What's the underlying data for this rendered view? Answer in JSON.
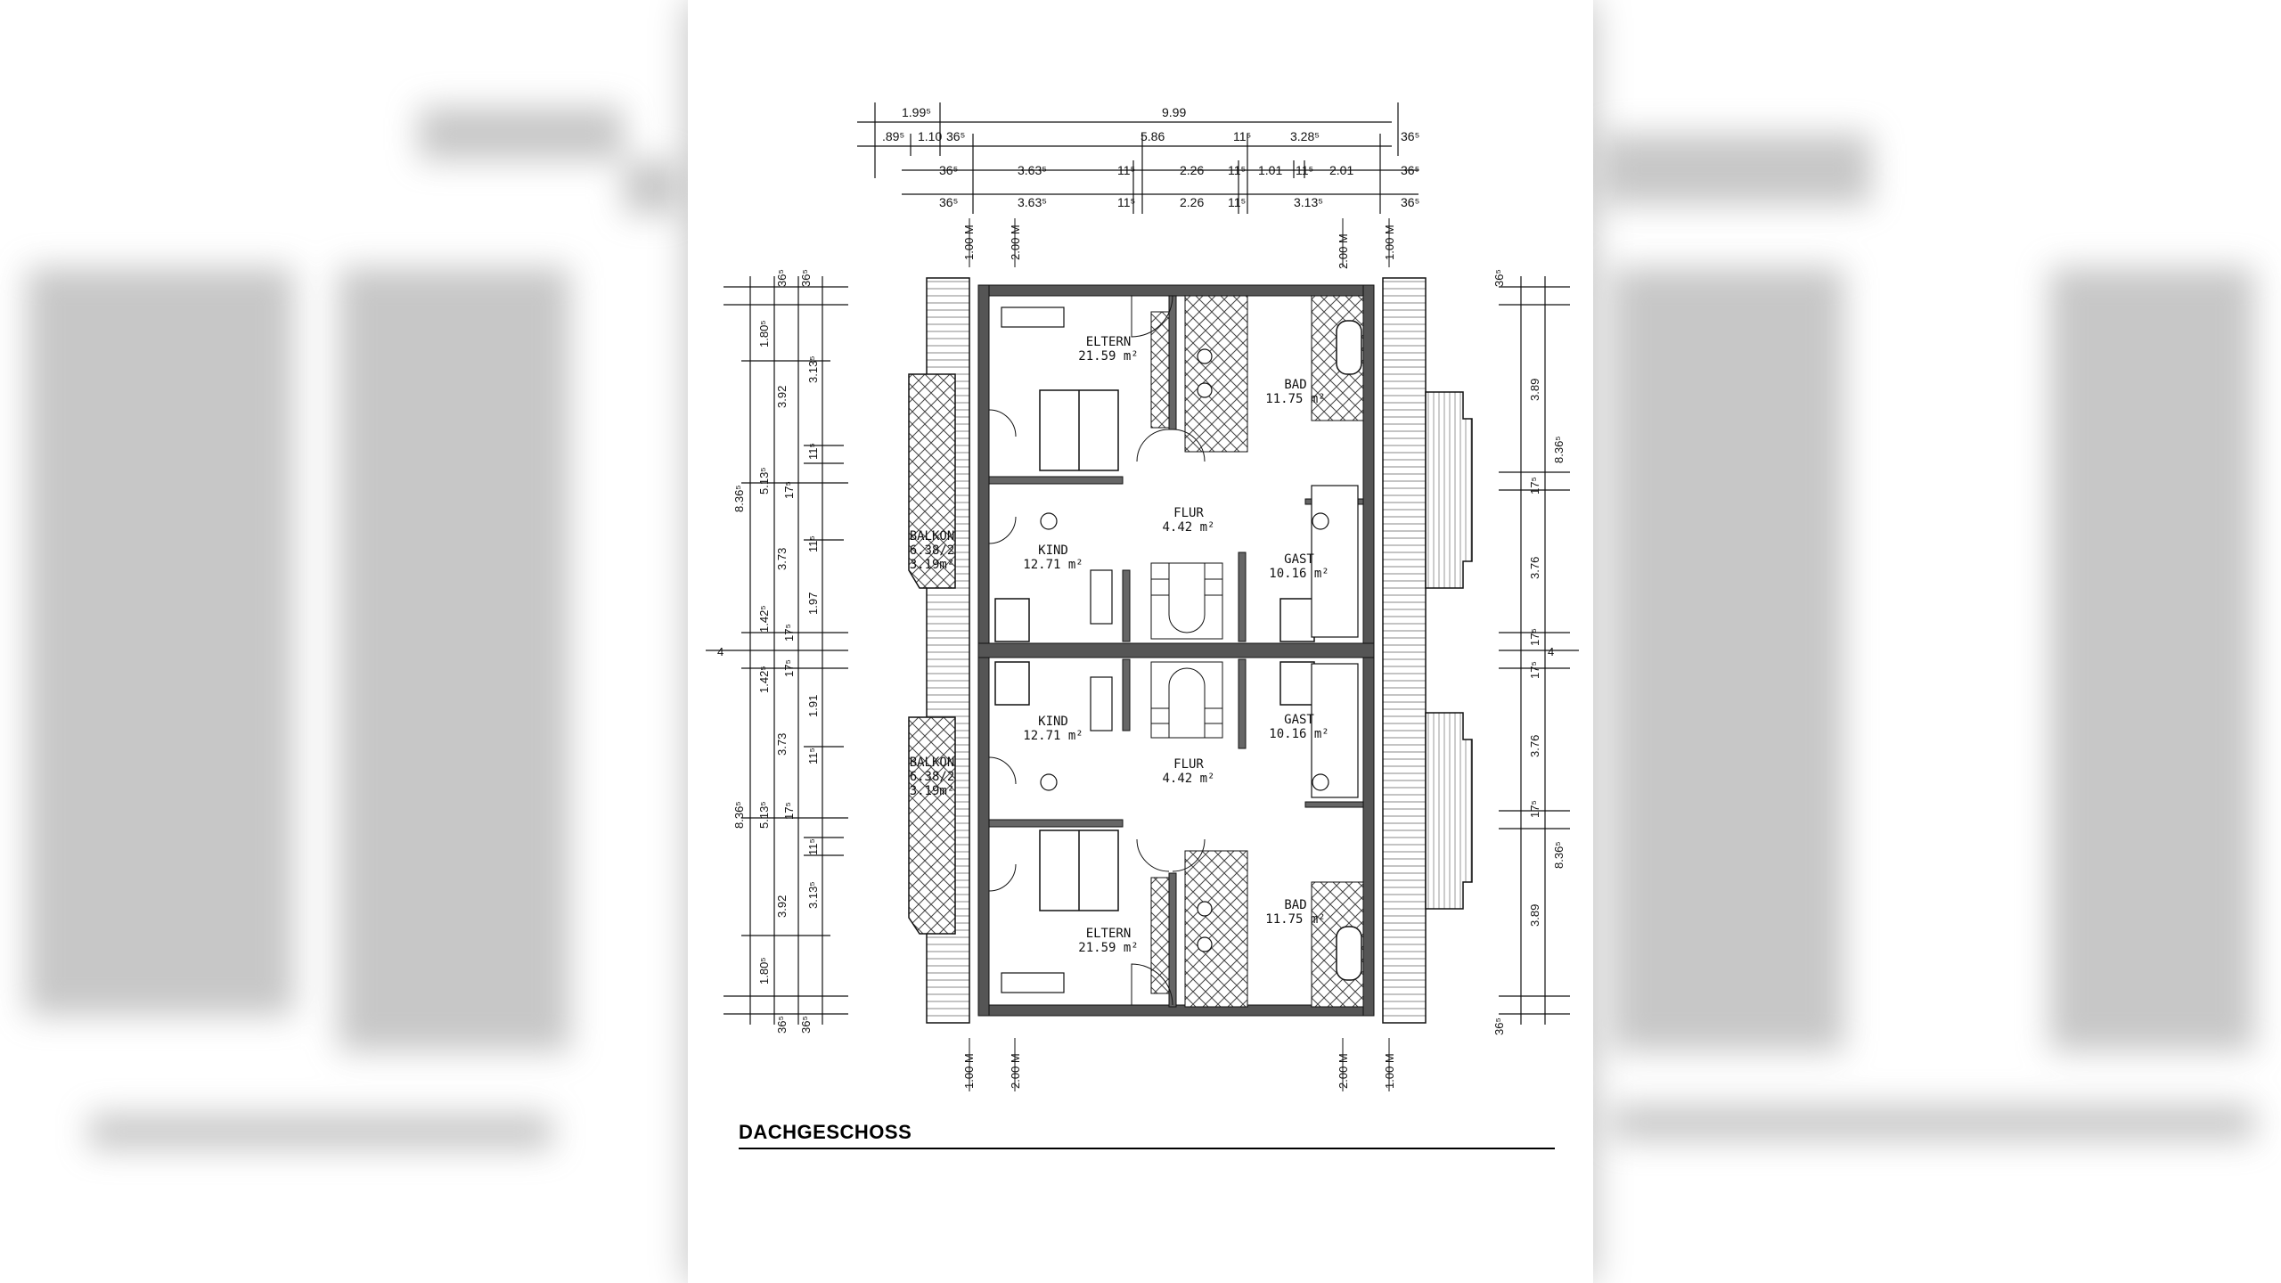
{
  "sheet_title": "DACHGESCHOSS",
  "top_dims": {
    "row1": [
      "1.99⁵",
      "9.99"
    ],
    "row2": [
      ".89⁵",
      "1.10",
      "36⁵",
      "5.86",
      "11⁵",
      "3.28⁵",
      "36⁵"
    ],
    "row3": [
      "36⁵",
      "3.63⁵",
      "11⁵",
      "2.26",
      "11⁵",
      "1.01",
      "11⁵",
      "2.01",
      "36⁵"
    ],
    "row4": [
      "36⁵",
      "3.63⁵",
      "11⁵",
      "2.26",
      "11⁵",
      "3.13⁵",
      "36⁵"
    ]
  },
  "overhang_labels": [
    "1.00 M",
    "2.00 M",
    "2.00 M",
    "1.00 M"
  ],
  "left_dims": [
    "36⁵",
    "36⁵",
    "1.80⁵",
    "3.92",
    "3.13⁵",
    "5.13⁵",
    "8.36⁵",
    "11⁵",
    "17⁵",
    "3.73",
    "11⁵",
    "1.42⁵",
    "1.97",
    "17⁵",
    "4",
    "1.42⁵",
    "17⁵",
    "1.91",
    "3.73",
    "11⁵",
    "5.13⁵",
    "8.36⁵",
    "17⁵",
    "11⁵",
    "3.92",
    "3.13⁵",
    "1.80⁵",
    "36⁵",
    "36⁵"
  ],
  "right_dims": [
    "36⁵",
    "3.89",
    "8.36⁵",
    "17⁵",
    "3.76",
    "17⁵",
    "4",
    "17⁵",
    "3.76",
    "17⁵",
    "8.36⁵",
    "3.89",
    "36⁵"
  ],
  "rooms_top": {
    "eltern": {
      "name": "ELTERN",
      "area": "21.59 m²"
    },
    "bad": {
      "name": "BAD",
      "area": "11.75 m²"
    },
    "flur": {
      "name": "FLUR",
      "area": "4.42 m²"
    },
    "kind": {
      "name": "KIND",
      "area": "12.71 m²"
    },
    "gast": {
      "name": "GAST",
      "area": "10.16 m²"
    },
    "balkon": {
      "name": "BALKON",
      "area1": "6.38/2",
      "area2": "3.19m²"
    }
  },
  "rooms_bottom": {
    "kind": {
      "name": "KIND",
      "area": "12.71 m²"
    },
    "gast": {
      "name": "GAST",
      "area": "10.16 m²"
    },
    "flur": {
      "name": "FLUR",
      "area": "4.42 m²"
    },
    "balkon": {
      "name": "BALKON",
      "area1": "6.38/2",
      "area2": "3.19m²"
    },
    "bad": {
      "name": "BAD",
      "area": "11.75 m²"
    },
    "eltern": {
      "name": "ELTERN",
      "area": "21.59 m²"
    }
  }
}
